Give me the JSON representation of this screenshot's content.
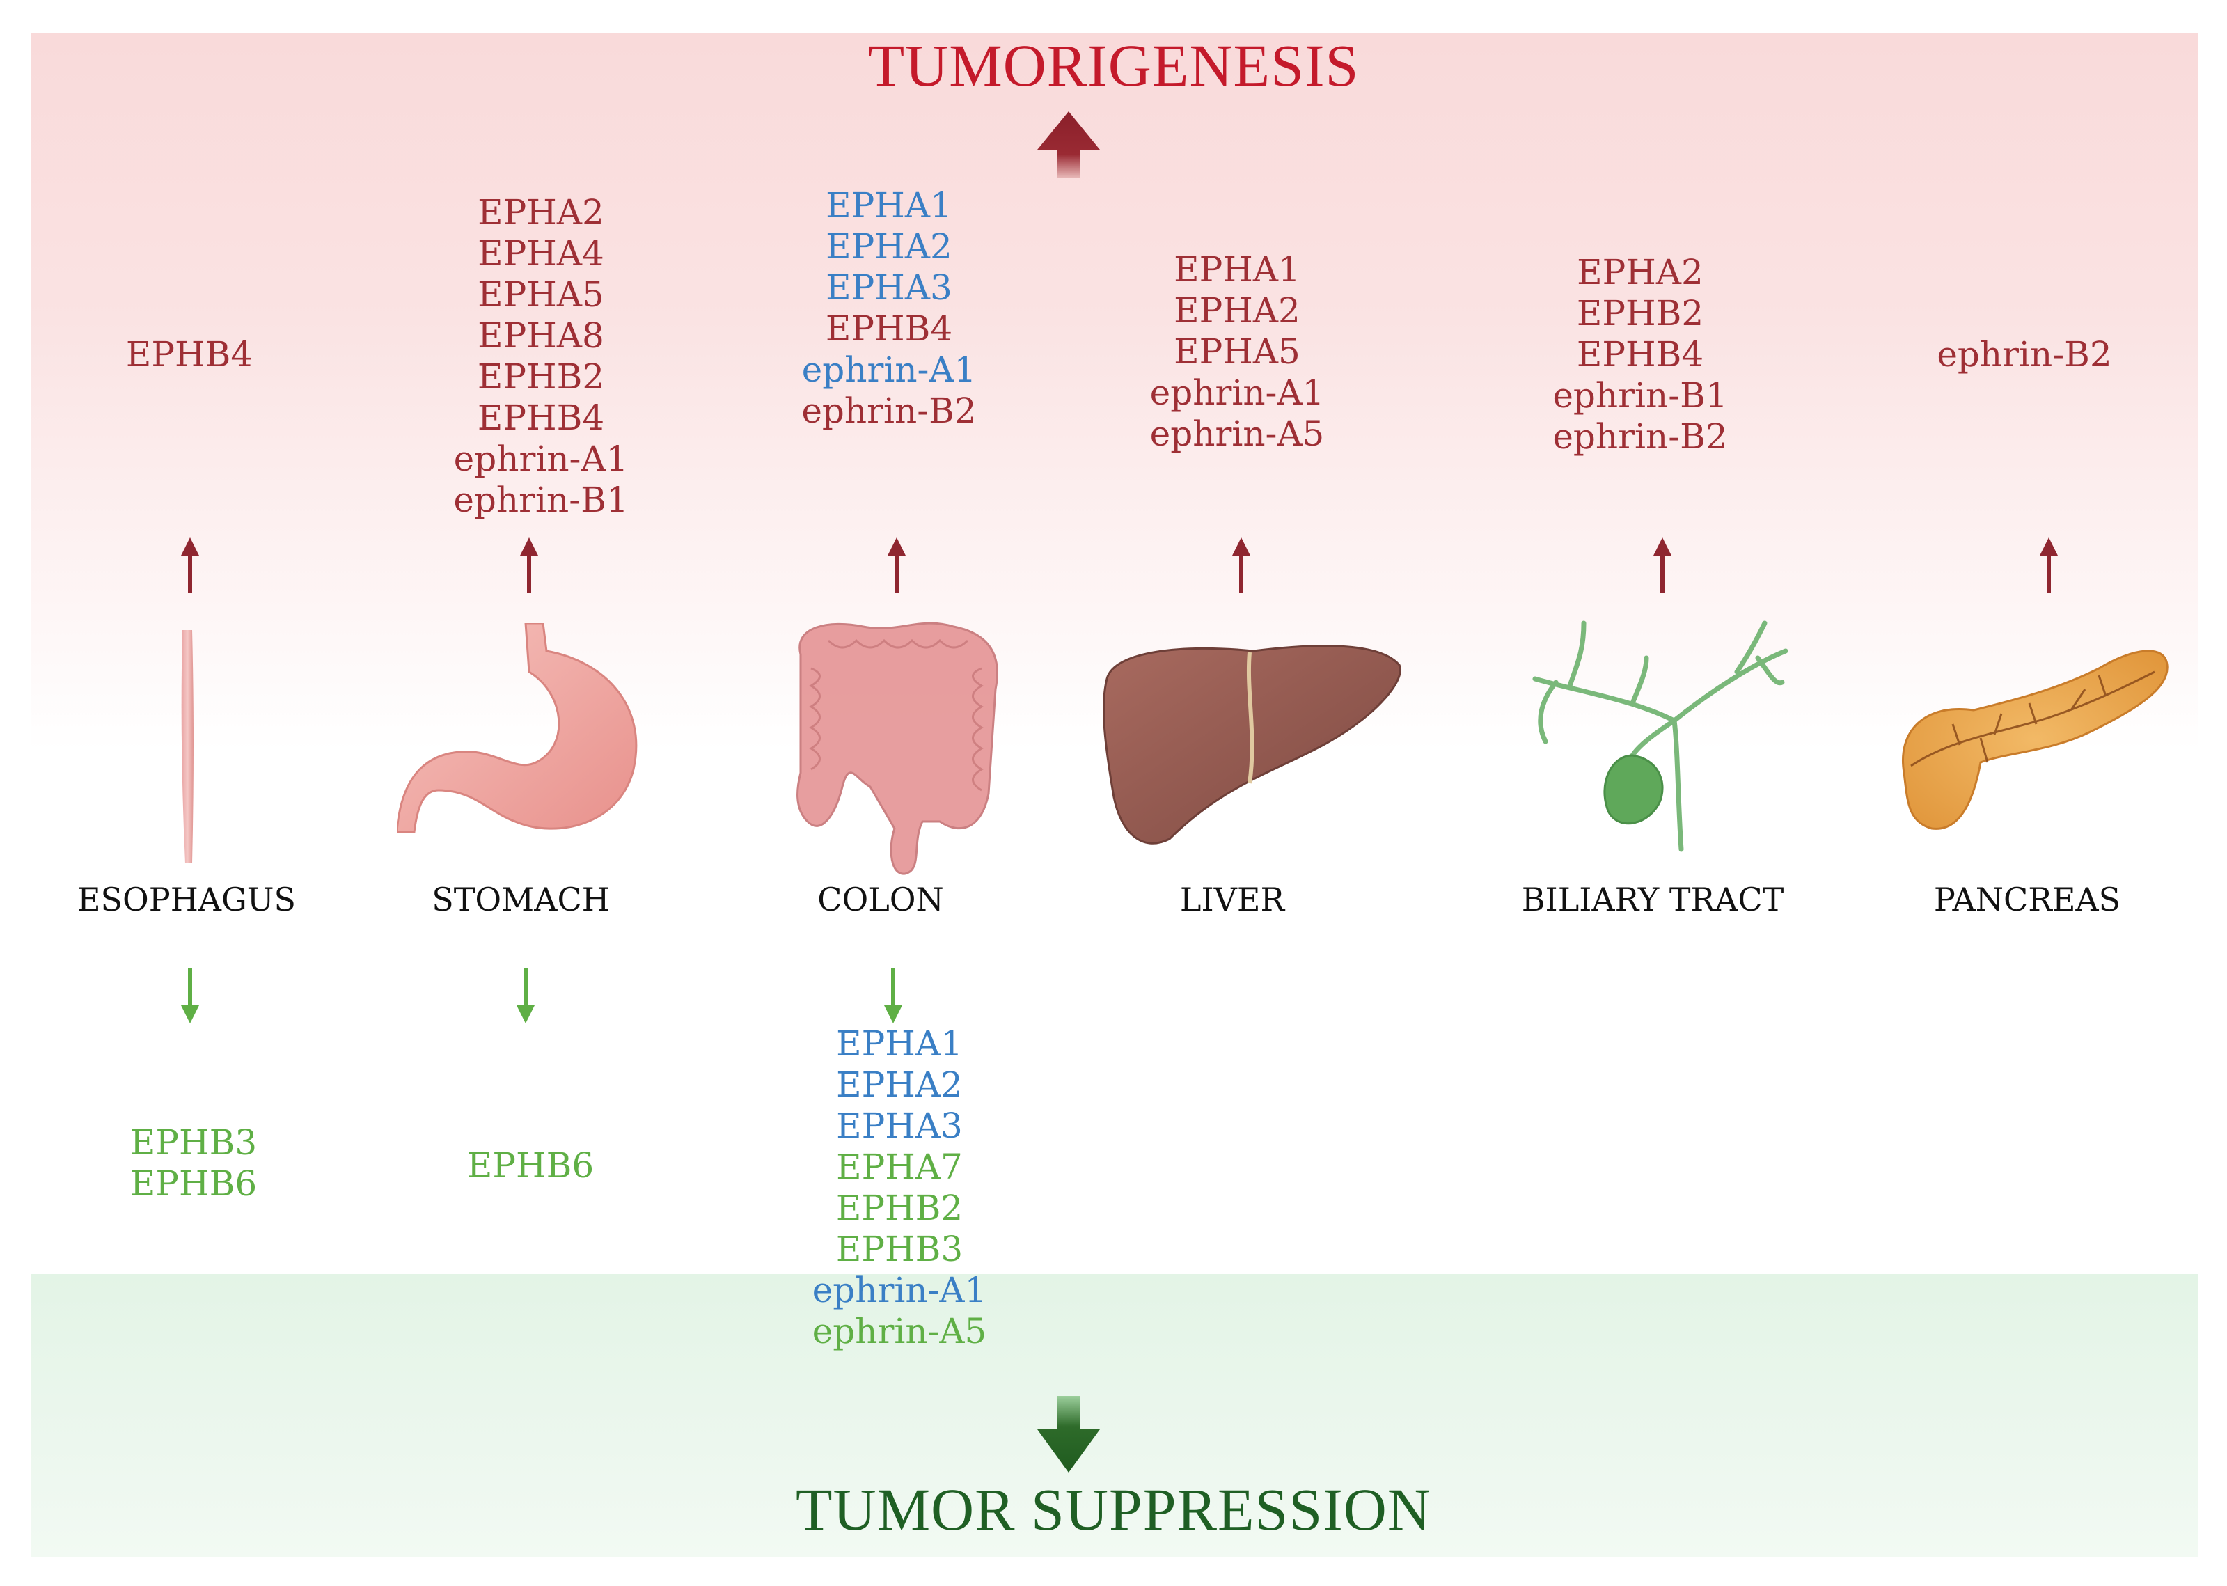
{
  "top_heading": "TUMORIGENESIS",
  "bottom_heading": "TUMOR SUPPRESSION",
  "colors": {
    "tumorigenesis": "#c41a2b",
    "suppression": "#1f5f24",
    "up_item": "#9e2f35",
    "down_item": "#5faf45",
    "both": "#3a7fc5"
  },
  "organs": [
    {
      "label": "ESOPHAGUS",
      "icon": "esophagus-icon",
      "up": [
        {
          "text": "EPHB4",
          "c": "red"
        }
      ],
      "down": [
        {
          "text": "EPHB3",
          "c": "green"
        },
        {
          "text": "EPHB6",
          "c": "green"
        }
      ]
    },
    {
      "label": "STOMACH",
      "icon": "stomach-icon",
      "up": [
        {
          "text": "EPHA2",
          "c": "red"
        },
        {
          "text": "EPHA4",
          "c": "red"
        },
        {
          "text": "EPHA5",
          "c": "red"
        },
        {
          "text": "EPHA8",
          "c": "red"
        },
        {
          "text": "EPHB2",
          "c": "red"
        },
        {
          "text": "EPHB4",
          "c": "red"
        },
        {
          "text": "ephrin-A1",
          "c": "red"
        },
        {
          "text": "ephrin-B1",
          "c": "red"
        }
      ],
      "down": [
        {
          "text": "EPHB6",
          "c": "green"
        }
      ]
    },
    {
      "label": "COLON",
      "icon": "colon-icon",
      "up": [
        {
          "text": "EPHA1",
          "c": "blue"
        },
        {
          "text": "EPHA2",
          "c": "blue"
        },
        {
          "text": "EPHA3",
          "c": "blue"
        },
        {
          "text": "EPHB4",
          "c": "red"
        },
        {
          "text": "ephrin-A1",
          "c": "blue"
        },
        {
          "text": "ephrin-B2",
          "c": "red"
        }
      ],
      "down": [
        {
          "text": "EPHA1",
          "c": "blue"
        },
        {
          "text": "EPHA2",
          "c": "blue"
        },
        {
          "text": "EPHA3",
          "c": "blue"
        },
        {
          "text": "EPHA7",
          "c": "green"
        },
        {
          "text": "EPHB2",
          "c": "green"
        },
        {
          "text": "EPHB3",
          "c": "green"
        },
        {
          "text": "ephrin-A1",
          "c": "blue"
        },
        {
          "text": "ephrin-A5",
          "c": "green"
        }
      ]
    },
    {
      "label": "LIVER",
      "icon": "liver-icon",
      "up": [
        {
          "text": "EPHA1",
          "c": "red"
        },
        {
          "text": "EPHA2",
          "c": "red"
        },
        {
          "text": "EPHA5",
          "c": "red"
        },
        {
          "text": "ephrin-A1",
          "c": "red"
        },
        {
          "text": "ephrin-A5",
          "c": "red"
        }
      ],
      "down": []
    },
    {
      "label": "BILIARY TRACT",
      "icon": "biliary-tract-icon",
      "up": [
        {
          "text": "EPHA2",
          "c": "red"
        },
        {
          "text": "EPHB2",
          "c": "red"
        },
        {
          "text": "EPHB4",
          "c": "red"
        },
        {
          "text": "ephrin-B1",
          "c": "red"
        },
        {
          "text": "ephrin-B2",
          "c": "red"
        }
      ],
      "down": []
    },
    {
      "label": "PANCREAS",
      "icon": "pancreas-icon",
      "up": [
        {
          "text": "ephrin-B2",
          "c": "red"
        }
      ],
      "down": []
    }
  ]
}
